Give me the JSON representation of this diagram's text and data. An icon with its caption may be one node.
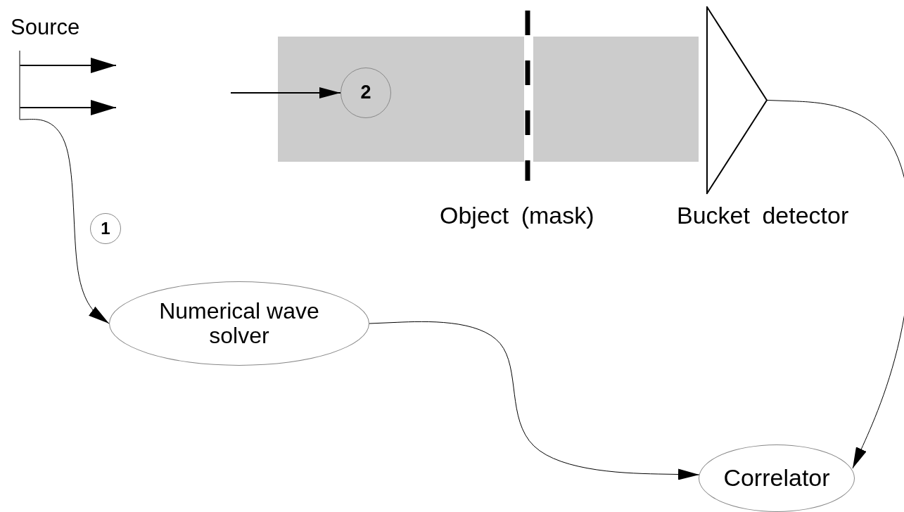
{
  "diagram": {
    "nodes": [
      {
        "text": [
          "Source"
        ]
      },
      {
        "text": [
          "2"
        ]
      },
      {
        "text": [
          "Bucket detector"
        ]
      },
      {
        "text": [
          "1"
        ]
      },
      {
        "text": [
          "Numerical wave solver"
        ]
      },
      {
        "text": [
          "Correlator"
        ]
      }
    ],
    "edges": [
      {
        "from": 0,
        "to": 4,
        "arrow": "to"
      },
      {
        "from": null,
        "to": 1,
        "arrow": "to"
      },
      {
        "from": 2,
        "to": 5,
        "arrow": "to"
      },
      {
        "from": 4,
        "to": 5,
        "arrow": "to"
      }
    ],
    "labels": [
      "Object (mask)"
    ]
  }
}
